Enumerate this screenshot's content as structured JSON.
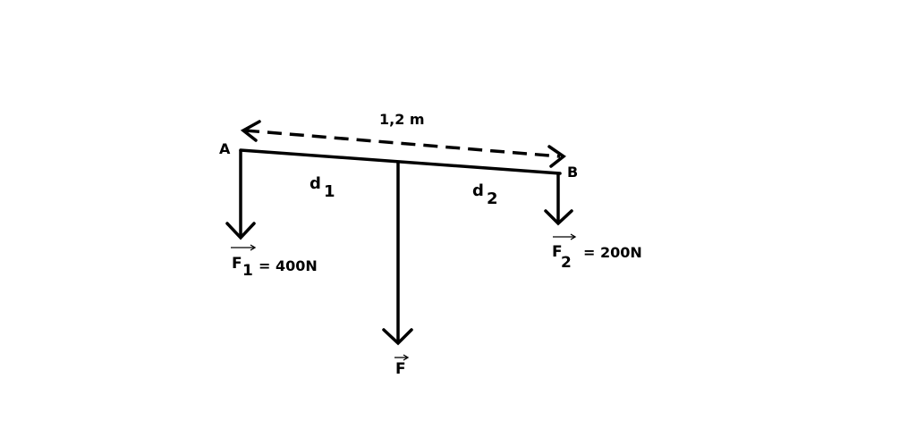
{
  "diagram": {
    "length_label": "1,2 m",
    "point_a": "A",
    "point_b": "B",
    "d1": {
      "main": "d",
      "sub": "1"
    },
    "d2": {
      "main": "d",
      "sub": "2"
    },
    "f1": {
      "main": "F",
      "sub": "1",
      "value": "= 400N"
    },
    "f2": {
      "main": "F",
      "sub": "2",
      "value": "= 200N"
    },
    "f": {
      "main": "F"
    }
  }
}
